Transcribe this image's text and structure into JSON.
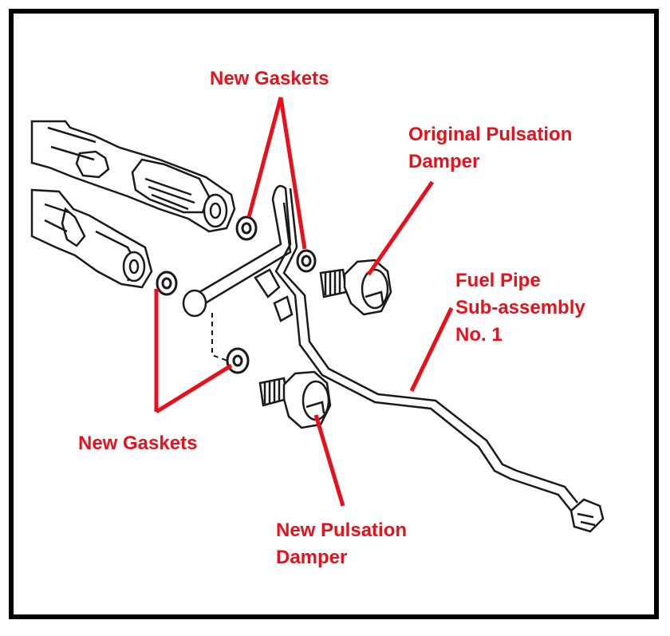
{
  "labels": {
    "new_gaskets_top": "New Gaskets",
    "original_damper_line1": "Original Pulsation",
    "original_damper_line2": "Damper",
    "fuel_pipe_line1": "Fuel Pipe",
    "fuel_pipe_line2": "Sub-assembly",
    "fuel_pipe_line3": "No. 1",
    "new_gaskets_bottom": "New Gaskets",
    "new_damper_line1": "New Pulsation",
    "new_damper_line2": "Damper"
  },
  "colors": {
    "label": "#e8101a",
    "leader": "#e8101a",
    "ink": "#1a1a1a",
    "frame": "#000000",
    "background": "#ffffff"
  }
}
